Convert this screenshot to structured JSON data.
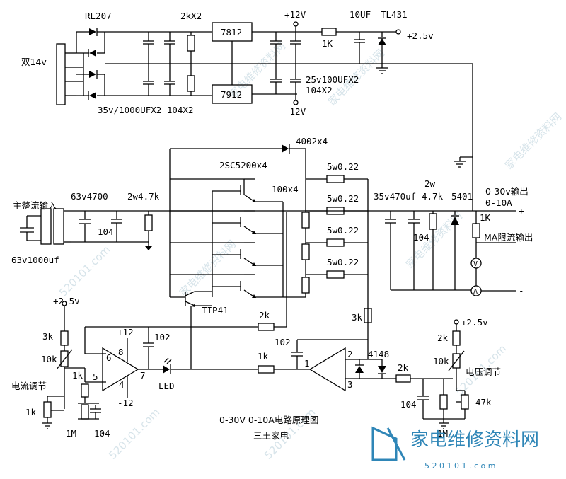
{
  "labels": {
    "rl207": "RL207",
    "dual14v": "双14v",
    "r2k": "2kX2",
    "reg7812": "7812",
    "reg7912": "7912",
    "p12v": "+12V",
    "n12v": "-12V",
    "c10uf": "10UF",
    "tl431": "TL431",
    "r1k_top": "1K",
    "ref25": "+2.5v",
    "c25v": "25v100UFX2",
    "c104x2b": "104X2",
    "c35v": "35v/1000UFX2 104X2",
    "d4002": "4002x4",
    "q2sc5200": "2SC5200x4",
    "r5w_1": "5w0.22",
    "r5w_2": "5w0.22",
    "r5w_3": "5w0.22",
    "r5w_4": "5w0.22",
    "r100x4": "100x4",
    "rect_in": "主整流输入",
    "c63v4700": "63v4700",
    "r2w47k": "2w4.7k",
    "c104_a": "104",
    "c63v1000": "63v1000uf",
    "c35v470": "35v470uf",
    "r2w": "2w",
    "r47k": "4.7k",
    "d5401": "5401",
    "c104_b": "104",
    "out_v": "0-30v输出",
    "out_a": "0-10A",
    "plus": "+",
    "minus": "-",
    "r1k_out": "1K",
    "ma_limit": "MA限流输出",
    "meter_v": "V",
    "meter_a": "A",
    "tip41": "TIP41",
    "r2k_fb": "2k",
    "r3k_r": "3k",
    "ref25_l": "+2.5v",
    "r3k_l": "3k",
    "r10k_l": "10k",
    "cur_adj": "电流调节",
    "r1k_l1": "1k",
    "r1k_l2": "1k",
    "r1m_l": "1M",
    "c104_l": "104",
    "p12_l": "+12",
    "n12_l": "-12",
    "c102_l": "102",
    "pin6": "6",
    "pin8": "8",
    "pin5": "5",
    "pin4": "4",
    "pin7": "7",
    "led": "LED",
    "r1k_mid": "1k",
    "c102_r": "102",
    "pin2": "2",
    "pin1": "1",
    "pin3": "3",
    "d4148": "4148",
    "r2k_r": "2k",
    "ref25_r": "+2.5v",
    "r2k_r2": "2k",
    "r10k_r": "10k",
    "volt_adj": "电压调节",
    "c104_r": "104",
    "r47k_r": "47k",
    "r1m_r": "1M",
    "title1": "0-30V 0-10A电路原理图",
    "title2": "三王家电",
    "logo_text": "家电维修资料网",
    "logo_url": "5 2 0 1 0 1 . c o m",
    "wm1": "家电维修资料网",
    "wm2": "520101.com"
  }
}
